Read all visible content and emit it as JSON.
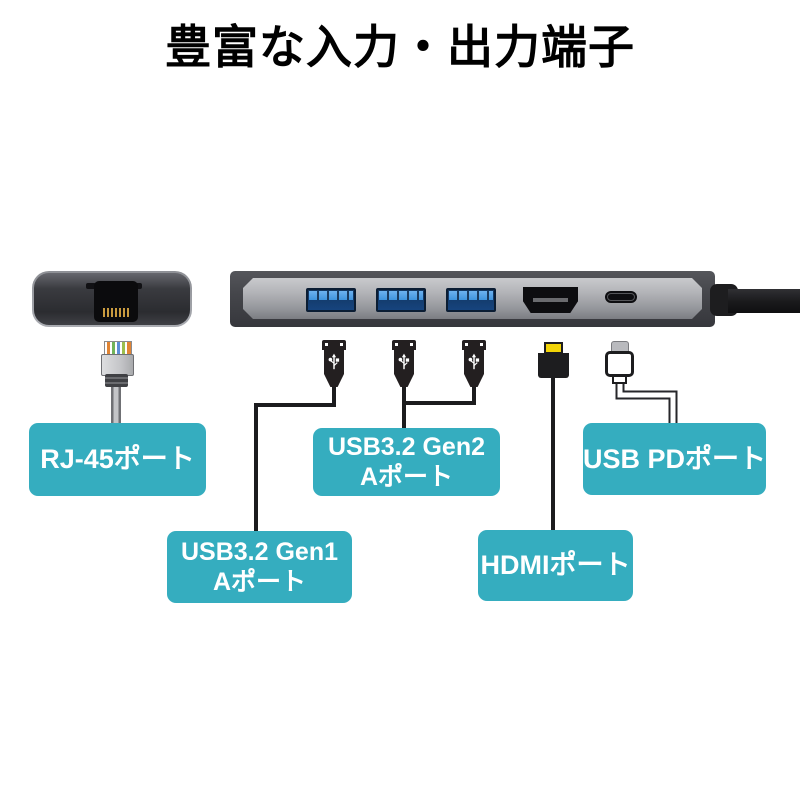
{
  "title": "豊富な入力・出力端子",
  "colors": {
    "label_bg": "#35adbf",
    "label_text": "#ffffff",
    "usb_port_blue": "#3f93dd",
    "hdmi_tip_yellow": "#f2d407",
    "cable_black": "#1d1d1f",
    "hub_gray": "#a9abb0"
  },
  "labels": {
    "rj45": {
      "text": "RJ-45ポート"
    },
    "gen2": {
      "line1": "USB3.2 Gen2",
      "line2": "Aポート"
    },
    "gen1": {
      "line1": "USB3.2 Gen1",
      "line2": "Aポート"
    },
    "hdmi": {
      "text": "HDMIポート"
    },
    "usbpd": {
      "text": "USB PDポート"
    }
  },
  "device": {
    "hub_front_ports": [
      "usb-a",
      "usb-a",
      "usb-a",
      "hdmi",
      "usb-c"
    ],
    "hub_end_port": "rj45"
  }
}
